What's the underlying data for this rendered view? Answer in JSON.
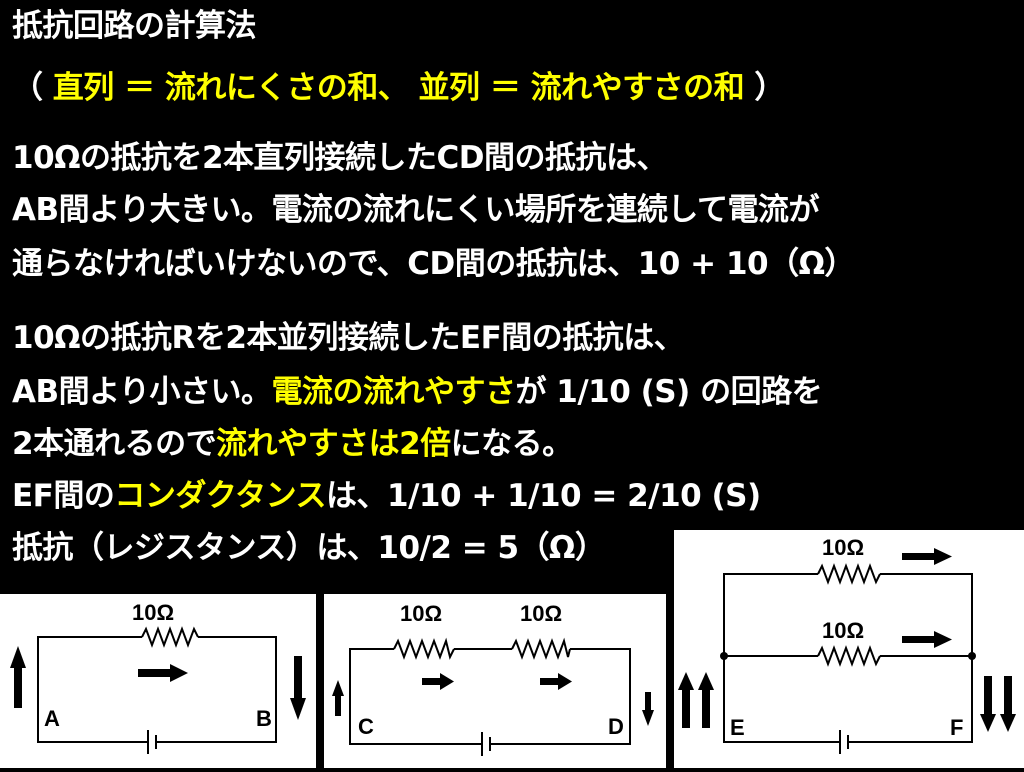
{
  "title": {
    "heading": "抵抗回路の計算法",
    "open_paren": "（ ",
    "series_rule": "直列 ＝ 流れにくさの和、 並列 ＝ 流れやすさの和",
    "close_paren": " ）"
  },
  "series_text": {
    "line1": "10Ωの抵抗を2本直列接続したCD間の抵抗は、",
    "line2": "AB間より大きい。電流の流れにくい場所を連続して電流が",
    "line3": "通らなければいけないので、CD間の抵抗は、10 + 10（Ω）"
  },
  "parallel_text": {
    "line1": "10Ωの抵抗Rを2本並列接続したEF間の抵抗は、",
    "line2_a": "AB間より小さい。",
    "line2_b": "電流の流れやすさ",
    "line2_c": "が 1/10 (S) の回路を",
    "line3_a": "2本通れるので",
    "line3_b": "流れやすさは2倍",
    "line3_c": "になる。",
    "line4_a": "EF間の",
    "line4_b": "コンダクタンス",
    "line4_c": "は、1/10 + 1/10 = 2/10 (S)",
    "line5": "抵抗（レジスタンス）は、10/2 = 5（Ω）"
  },
  "circuits": {
    "single": {
      "resistor_label": "10Ω",
      "node_left": "A",
      "node_right": "B"
    },
    "series": {
      "resistor1_label": "10Ω",
      "resistor2_label": "10Ω",
      "node_left": "C",
      "node_right": "D"
    },
    "parallel": {
      "resistor1_label": "10Ω",
      "resistor2_label": "10Ω",
      "node_left": "E",
      "node_right": "F"
    }
  },
  "colors": {
    "background": "#000000",
    "text": "#ffffff",
    "highlight": "#ffff00",
    "circuit": "#000000"
  }
}
